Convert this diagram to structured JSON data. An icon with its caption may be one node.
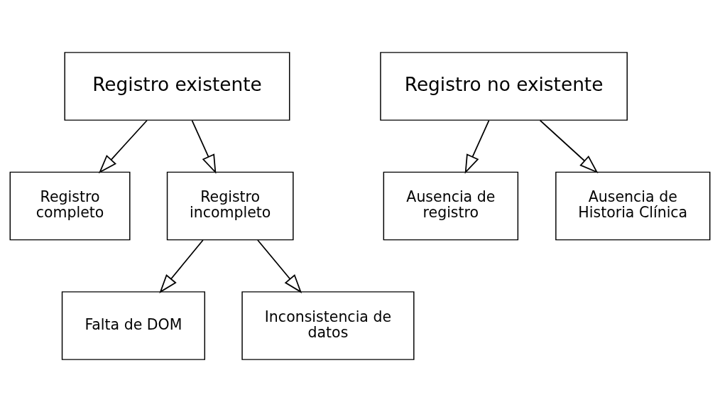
{
  "diagram": {
    "nodes": [
      {
        "text": [
          "Registro existente"
        ]
      },
      {
        "text": [
          "Registro no existente"
        ]
      },
      {
        "text": [
          "Registro completo"
        ]
      },
      {
        "text": [
          "Registro incompleto"
        ]
      },
      {
        "text": [
          "Ausencia de registro"
        ]
      },
      {
        "text": [
          "Ausencia de Historia Clínica"
        ]
      },
      {
        "text": [
          "Falta de DOM"
        ]
      },
      {
        "text": [
          "Inconsistencia de datos"
        ]
      }
    ],
    "edges": [
      {
        "from": 0,
        "to": 2,
        "arrow": "to"
      },
      {
        "from": 0,
        "to": 3,
        "arrow": "to"
      },
      {
        "from": 1,
        "to": 4,
        "arrow": "to"
      },
      {
        "from": 1,
        "to": 5,
        "arrow": "to"
      },
      {
        "from": 3,
        "to": 6,
        "arrow": "to"
      },
      {
        "from": 3,
        "to": 7,
        "arrow": "to"
      }
    ]
  }
}
